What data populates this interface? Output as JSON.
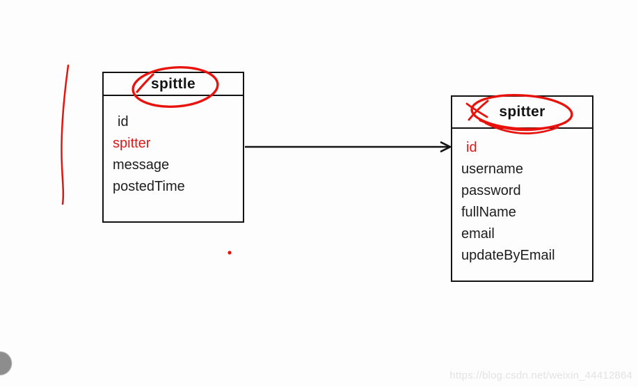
{
  "diagram": {
    "entities": [
      {
        "title": "spittle",
        "fields": [
          {
            "label": "id"
          },
          {
            "label": "spitter",
            "emphasis": "red"
          },
          {
            "label": "message"
          },
          {
            "label": "postedTime"
          }
        ]
      },
      {
        "title": "spitter",
        "fields": [
          {
            "label": "id",
            "emphasis": "red"
          },
          {
            "label": "username"
          },
          {
            "label": "password"
          },
          {
            "label": "fullName"
          },
          {
            "label": "email"
          },
          {
            "label": "updateByEmail"
          }
        ]
      }
    ],
    "relationship": {
      "from": "spittle",
      "to": "spitter",
      "style": "arrow-right"
    }
  },
  "annotations": {
    "pen_color": "#e8130d",
    "items": [
      "ellipse-around-spittle-title",
      "ellipse-around-spitter-title",
      "vertical-stroke-left-margin",
      "small-dot-below-spittle-box"
    ]
  },
  "colors": {
    "red_text": "#e01616",
    "line_black": "#141414",
    "background": "#fdfdfd",
    "watermark_gray": "#e3e3e3",
    "edge_circle_gray": "#8d8d8d"
  },
  "watermark": {
    "text": "https://blog.csdn.net/weixin_44412864"
  }
}
